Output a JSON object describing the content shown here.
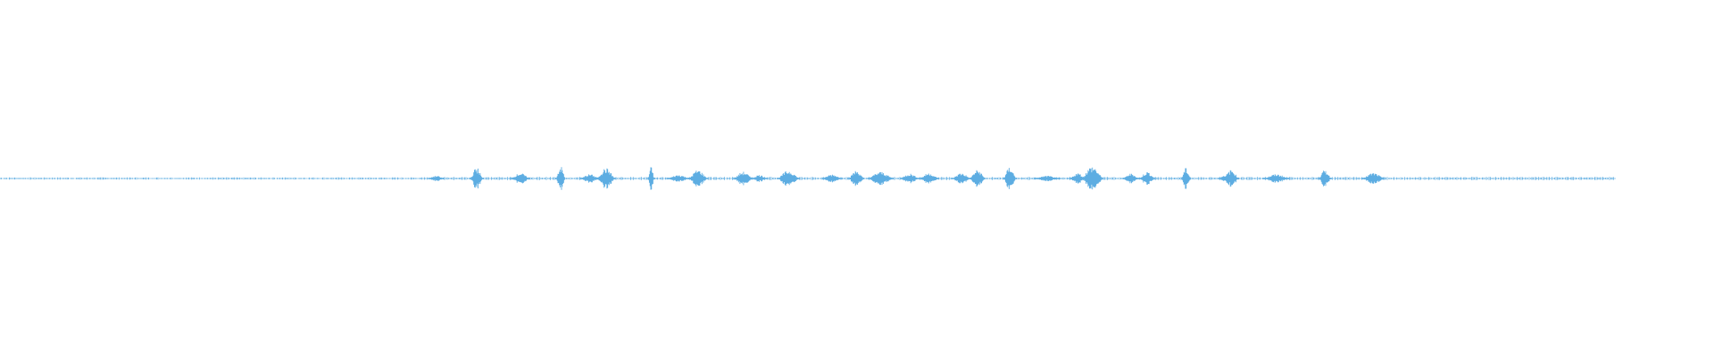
{
  "waveform": {
    "color": "#5dade2",
    "background": "#ffffff",
    "track_type": "audio-waveform",
    "bursts": [
      {
        "pos": 0.27,
        "amp": 0.22,
        "len": 0.01
      },
      {
        "pos": 0.295,
        "amp": 0.9,
        "len": 0.008
      },
      {
        "pos": 0.322,
        "amp": 0.45,
        "len": 0.012
      },
      {
        "pos": 0.347,
        "amp": 1.0,
        "len": 0.006
      },
      {
        "pos": 0.365,
        "amp": 0.35,
        "len": 0.012
      },
      {
        "pos": 0.375,
        "amp": 0.85,
        "len": 0.012
      },
      {
        "pos": 0.403,
        "amp": 0.95,
        "len": 0.004
      },
      {
        "pos": 0.42,
        "amp": 0.3,
        "len": 0.014
      },
      {
        "pos": 0.432,
        "amp": 0.7,
        "len": 0.012
      },
      {
        "pos": 0.46,
        "amp": 0.55,
        "len": 0.012
      },
      {
        "pos": 0.47,
        "amp": 0.3,
        "len": 0.01
      },
      {
        "pos": 0.488,
        "amp": 0.65,
        "len": 0.014
      },
      {
        "pos": 0.515,
        "amp": 0.35,
        "len": 0.012
      },
      {
        "pos": 0.53,
        "amp": 0.65,
        "len": 0.01
      },
      {
        "pos": 0.545,
        "amp": 0.55,
        "len": 0.016
      },
      {
        "pos": 0.563,
        "amp": 0.4,
        "len": 0.012
      },
      {
        "pos": 0.575,
        "amp": 0.45,
        "len": 0.012
      },
      {
        "pos": 0.595,
        "amp": 0.45,
        "len": 0.012
      },
      {
        "pos": 0.605,
        "amp": 0.7,
        "len": 0.01
      },
      {
        "pos": 0.625,
        "amp": 0.95,
        "len": 0.008
      },
      {
        "pos": 0.648,
        "amp": 0.22,
        "len": 0.016
      },
      {
        "pos": 0.667,
        "amp": 0.45,
        "len": 0.01
      },
      {
        "pos": 0.676,
        "amp": 1.0,
        "len": 0.014
      },
      {
        "pos": 0.7,
        "amp": 0.4,
        "len": 0.01
      },
      {
        "pos": 0.71,
        "amp": 0.55,
        "len": 0.01
      },
      {
        "pos": 0.734,
        "amp": 0.85,
        "len": 0.006
      },
      {
        "pos": 0.76,
        "amp": 0.35,
        "len": 0.012
      },
      {
        "pos": 0.762,
        "amp": 0.7,
        "len": 0.01
      },
      {
        "pos": 0.79,
        "amp": 0.35,
        "len": 0.016
      },
      {
        "pos": 0.82,
        "amp": 0.7,
        "len": 0.008
      },
      {
        "pos": 0.85,
        "amp": 0.45,
        "len": 0.014
      }
    ]
  }
}
